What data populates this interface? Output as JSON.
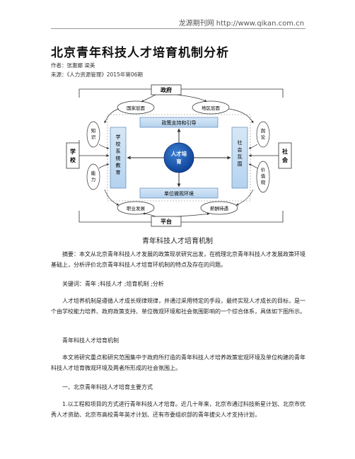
{
  "header": {
    "source": "龙源期刊网 http://www.qikan.com.cn"
  },
  "article": {
    "title": "北京青年科技人才培育机制分析",
    "author": "作者：张惠娜 梁美",
    "source": "来源：《人力资源管理》2015年第06期"
  },
  "figure": {
    "caption": "青年科技人才培育机制",
    "nodes": {
      "gov": "政府",
      "national": "国家层面",
      "local": "地区层面",
      "policy": "政策支持和引导",
      "school": "学校",
      "knowledge": "知识",
      "ability": "能力",
      "school_edu": "学校系统教育",
      "center": "人才培育",
      "society_atm": "社会氛围",
      "opinion": "舆论",
      "values": "价值观",
      "society": "社会",
      "unit_env": "单位微观环境",
      "career": "职业发展",
      "salary": "薪酬待遇",
      "platform": "平台"
    }
  },
  "body": {
    "abstract": "摘要：本文从北京青年科技人才发展的政策现状研究出发，在梳理北京青年科技人才发展政策环境基础上，分析评价北京青年科技人才培育环机制的特点及存在的问题。",
    "keywords": "关键词：青年 ;科技人才 ;培育机制 ;分析",
    "p1": "人才培养机制是遵循人才成长规律规律，并通过采用特定的手段，最终实现人才成长的目标，是一个由学校能力培养、政府政策支持、单位微观环境和社会氛围影响的一个综合体系，具体如下图所示。",
    "p2": "青年科技人才培育机制",
    "p3": "本文将研究重点和研究范围集中于政府所打造的青年科技人才培养政策宏观环境及单位构建的青年科技人才培育微观环境及两者所形成的社会氛围上。",
    "section": "一、北京青年科技人才培育主要方式",
    "p4": "1.以工程和项目的方式进行青年科技人才培育。近几十年来，北京市通过科技新星计划、北京市优秀人才资助、北京市高校青年英才计划、还有市委组织部的青年拔尖人才支持计划，"
  }
}
